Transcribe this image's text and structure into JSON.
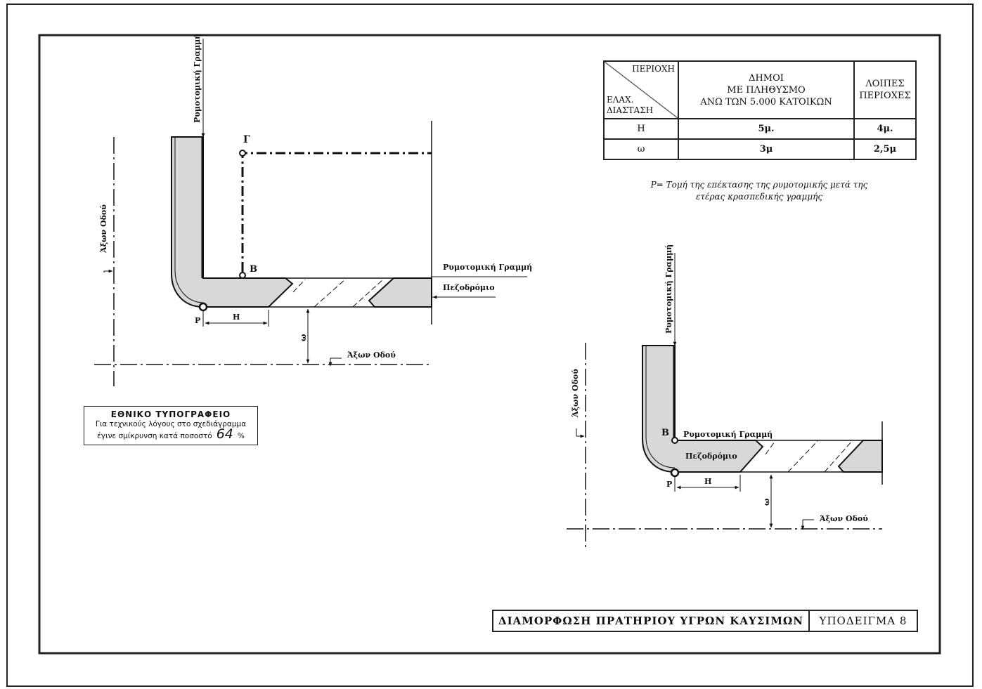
{
  "table": {
    "corner_top": "ΠΕΡΙΟΧΗ",
    "corner_bottom_1": "ΕΛΑΧ.",
    "corner_bottom_2": "ΔΙΑΣΤΑΣΗ",
    "col1_line1": "ΔΗΜΟΙ",
    "col1_line2": "ΜΕ ΠΛΗΘΥΣΜΟ",
    "col1_line3": "ΑΝΩ ΤΩΝ 5.000 ΚΑΤΟΙΚΩΝ",
    "col2_line1": "ΛΟΙΠΕΣ",
    "col2_line2": "ΠΕΡΙΟΧΕΣ",
    "rows": [
      {
        "label": "Η",
        "v1": "5μ.",
        "v2": "4μ."
      },
      {
        "label": "ω",
        "v1": "3μ",
        "v2": "2,5μ"
      }
    ]
  },
  "note": {
    "line1": "Ρ= Τομή της επέκτασης της ρυμοτομικής μετά της",
    "line2": "ετέρας κρασπεδικής γραμμής"
  },
  "labels": {
    "building_line": "Ρυμοτομική Γραμμή",
    "sidewalk": "Πεζοδρόμιο",
    "road_axis": "Άξων Οδού",
    "point_g": "Γ",
    "point_b": "Β",
    "point_p": "Ρ",
    "dim_h": "Η",
    "dim_w": "ω"
  },
  "stamp": {
    "title": "ΕΘΝΙΚΟ ΤΥΠΟΓΡΑΦΕΙΟ",
    "line1": "Για τεχνικούς λόγους στο σχεδιάγραμμα",
    "line2": "έγινε σμίκρυνση κατά ποσοστό",
    "percent": "64",
    "percent_sign": "%"
  },
  "title_block": {
    "title": "ΔΙΑΜΟΡΦΩΣΗ ΠΡΑΤΗΡΙΟΥ ΥΓΡΩΝ ΚΑΥΣΙΜΩΝ",
    "example": "ΥΠΟΔΕΙΓΜΑ 8"
  }
}
